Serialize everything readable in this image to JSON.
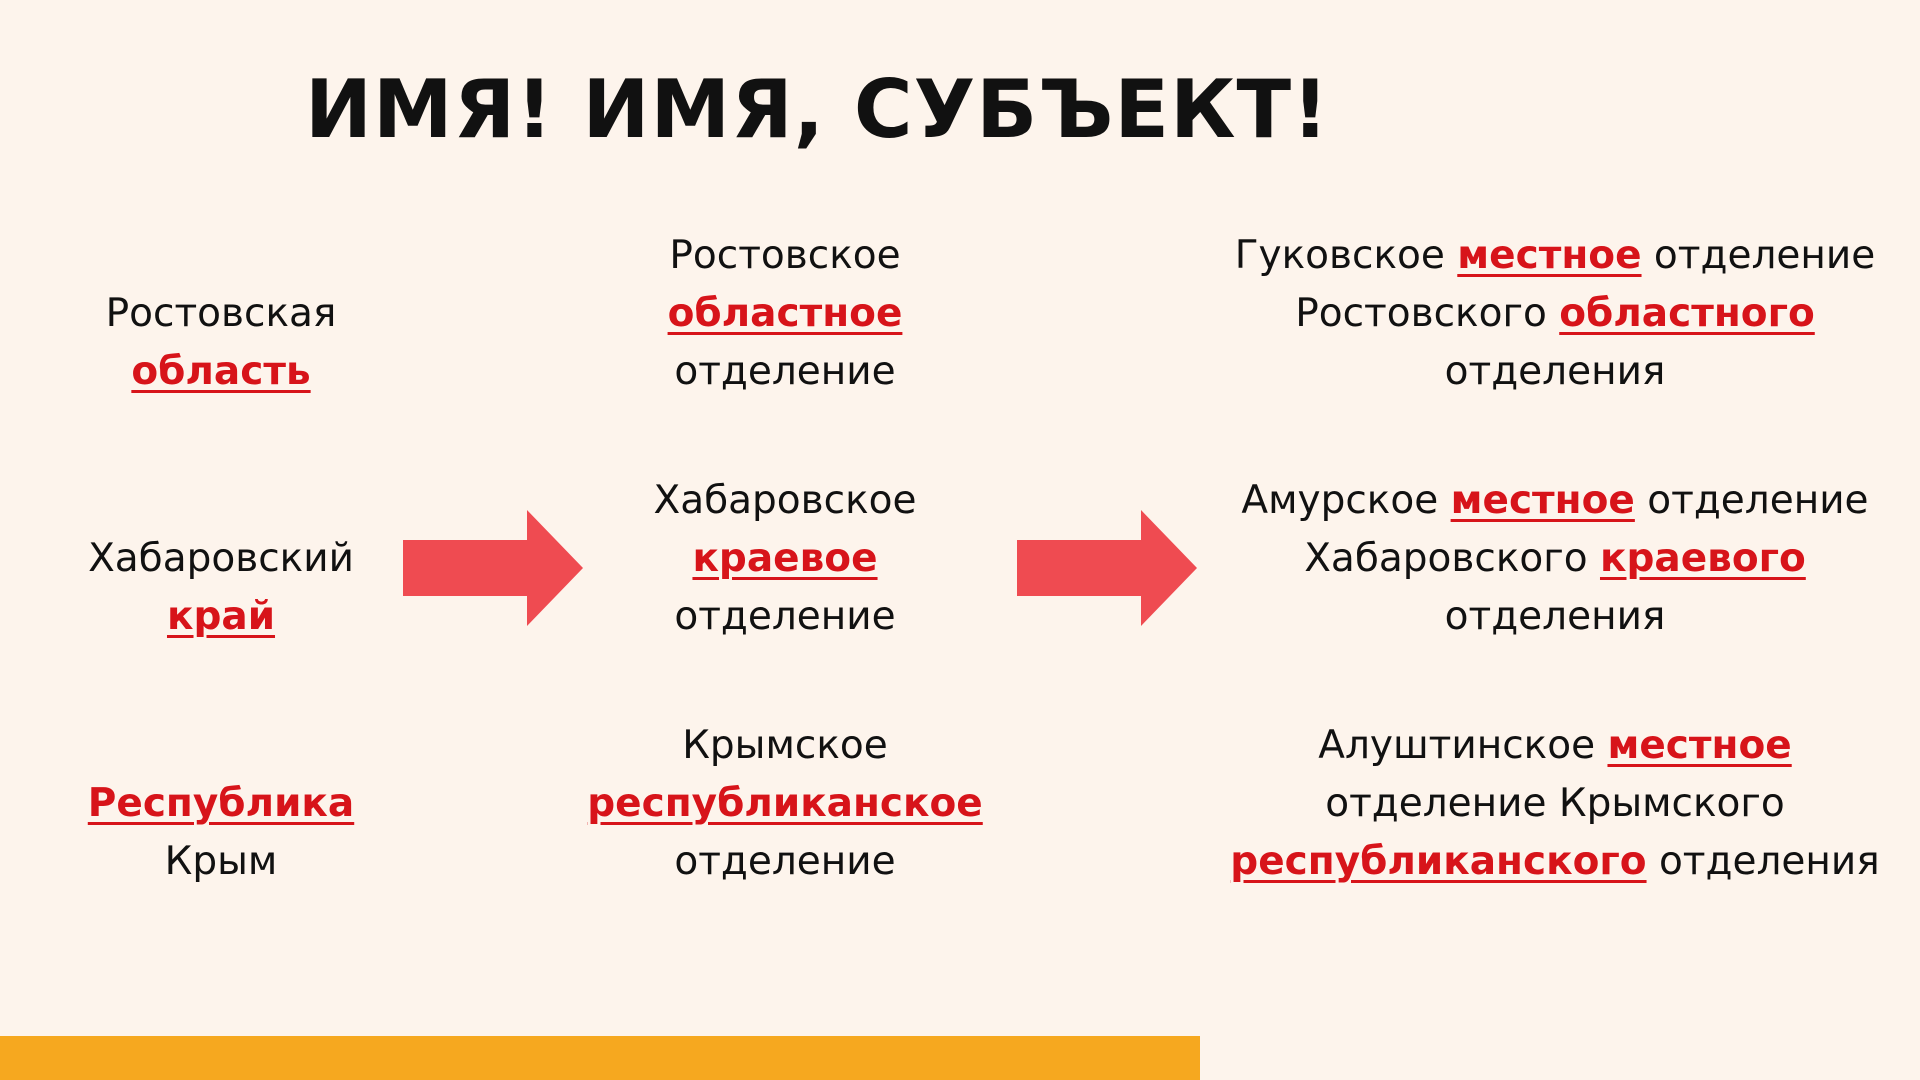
{
  "slide": {
    "title": "ИМЯ!  ИМЯ, СУБЪЕКТ!",
    "colors": {
      "background": "#fdf4ec",
      "text": "#111111",
      "highlight": "#d7141a",
      "arrow": "#ef4b51",
      "bar": "#f6a81f"
    },
    "icons": {
      "arrow": "right-arrow-icon"
    },
    "rows": [
      {
        "subject": {
          "lines": [
            [
              {
                "text": "Ростовская",
                "hl": false
              }
            ],
            [
              {
                "text": "область",
                "hl": true
              }
            ]
          ]
        },
        "regional": {
          "lines": [
            [
              {
                "text": "Ростовское",
                "hl": false
              }
            ],
            [
              {
                "text": "областное",
                "hl": true
              }
            ],
            [
              {
                "text": "отделение",
                "hl": false
              }
            ]
          ]
        },
        "local": {
          "lines": [
            [
              {
                "text": "Гуковское ",
                "hl": false
              },
              {
                "text": "местное",
                "hl": true
              },
              {
                "text": " отделение",
                "hl": false
              }
            ],
            [
              {
                "text": "Ростовского ",
                "hl": false
              },
              {
                "text": "областного",
                "hl": true
              }
            ],
            [
              {
                "text": "отделения",
                "hl": false
              }
            ]
          ]
        }
      },
      {
        "subject": {
          "lines": [
            [
              {
                "text": "Хабаровский",
                "hl": false
              }
            ],
            [
              {
                "text": "край",
                "hl": true
              }
            ]
          ]
        },
        "regional": {
          "lines": [
            [
              {
                "text": "Хабаровское",
                "hl": false
              }
            ],
            [
              {
                "text": "краевое",
                "hl": true
              }
            ],
            [
              {
                "text": "отделение",
                "hl": false
              }
            ]
          ]
        },
        "local": {
          "lines": [
            [
              {
                "text": "Амурское ",
                "hl": false
              },
              {
                "text": "местное",
                "hl": true
              },
              {
                "text": " отделение",
                "hl": false
              }
            ],
            [
              {
                "text": "Хабаровского ",
                "hl": false
              },
              {
                "text": "краевого",
                "hl": true
              }
            ],
            [
              {
                "text": "отделения",
                "hl": false
              }
            ]
          ]
        }
      },
      {
        "subject": {
          "lines": [
            [
              {
                "text": "Республика",
                "hl": true
              }
            ],
            [
              {
                "text": "Крым",
                "hl": false
              }
            ]
          ]
        },
        "regional": {
          "lines": [
            [
              {
                "text": "Крымское",
                "hl": false
              }
            ],
            [
              {
                "text": "республиканское",
                "hl": true
              }
            ],
            [
              {
                "text": "отделение",
                "hl": false
              }
            ]
          ]
        },
        "local": {
          "lines": [
            [
              {
                "text": "Алуштинское ",
                "hl": false
              },
              {
                "text": "местное",
                "hl": true
              }
            ],
            [
              {
                "text": "отделение Крымского",
                "hl": false
              }
            ],
            [
              {
                "text": "республиканского",
                "hl": true
              },
              {
                "text": " отделения",
                "hl": false
              }
            ]
          ]
        }
      }
    ]
  }
}
